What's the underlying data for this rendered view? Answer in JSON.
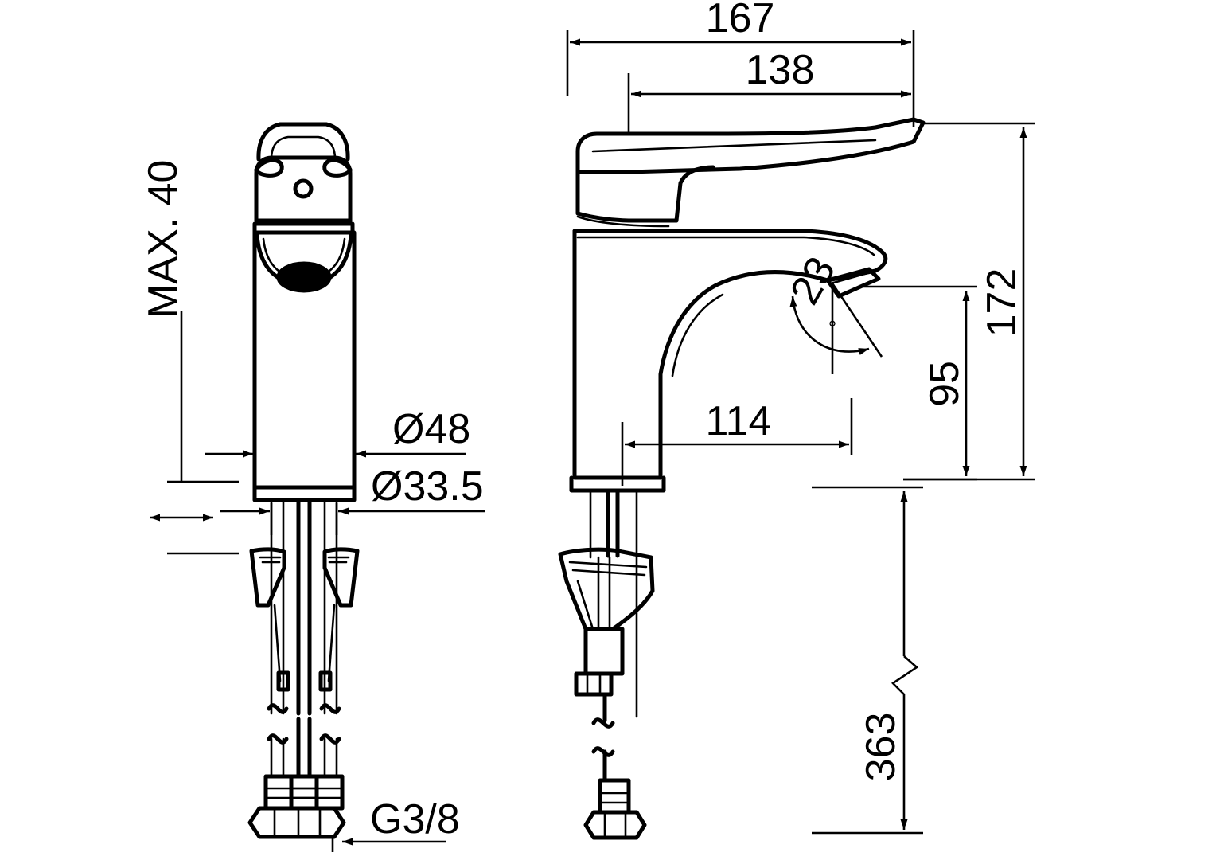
{
  "drawing": {
    "title": "Faucet dimensional drawing",
    "background_color": "#ffffff",
    "line_color": "#000000",
    "views": [
      {
        "name": "front-view",
        "label": ""
      },
      {
        "name": "side-view",
        "label": ""
      }
    ],
    "dimensions": {
      "overall_width": {
        "value": "167",
        "name": "overall-width-dimension"
      },
      "handle_reach": {
        "value": "138",
        "name": "handle-reach-dimension"
      },
      "overall_height": {
        "value": "172",
        "name": "overall-height-dimension"
      },
      "spout_height": {
        "value": "95",
        "name": "spout-height-dimension"
      },
      "spout_reach": {
        "value": "114",
        "name": "spout-reach-dimension"
      },
      "hose_length": {
        "value": "363",
        "name": "hose-length-dimension"
      },
      "max_thickness": {
        "value": "MAX. 40",
        "name": "max-thickness-dimension"
      },
      "body_diameter": {
        "value": "Ø48",
        "name": "body-diameter-dimension"
      },
      "shank_diameter": {
        "value": "Ø33.5",
        "name": "shank-diameter-dimension"
      },
      "thread_size": {
        "value": "G3/8",
        "name": "thread-size-label"
      },
      "spout_angle": {
        "value": "23",
        "unit": "°",
        "name": "spout-angle-dimension"
      }
    }
  }
}
